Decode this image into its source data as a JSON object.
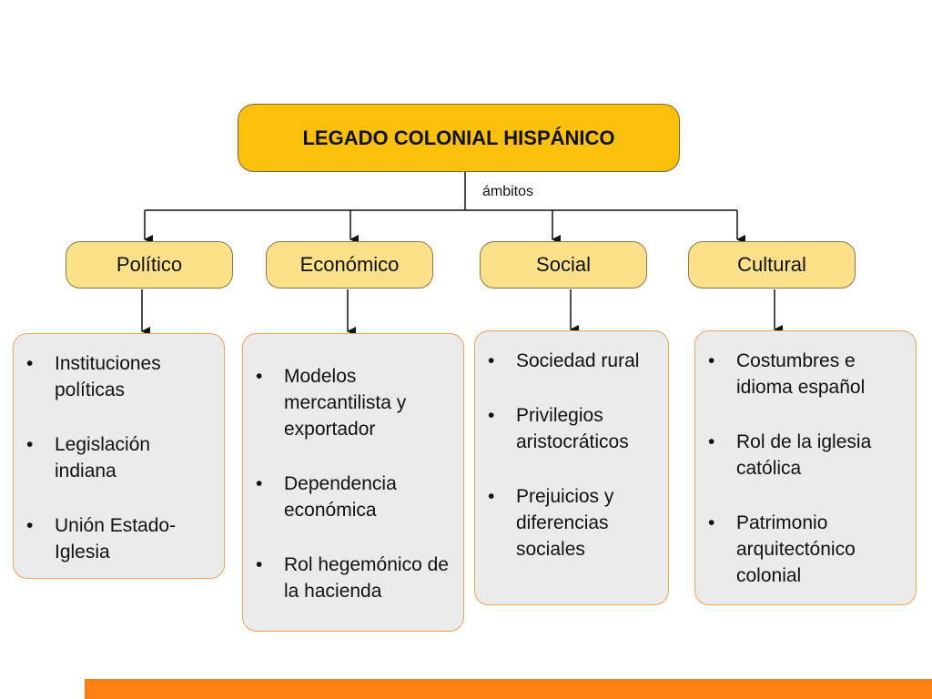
{
  "root": {
    "label": "LEGADO COLONIAL HISPÁNICO"
  },
  "edge_label": "ámbitos",
  "categories": [
    {
      "label": "Político",
      "items": [
        "Instituciones políticas",
        "Legislación indiana",
        "Unión Estado-Iglesia"
      ]
    },
    {
      "label": "Económico",
      "items": [
        "Modelos mercantilista y exportador",
        "Dependencia económica",
        "Rol hegemónico de la hacienda"
      ]
    },
    {
      "label": "Social",
      "items": [
        "Sociedad rural",
        "Privilegios aristocráticos",
        "Prejuicios y diferencias sociales"
      ]
    },
    {
      "label": "Cultural",
      "items": [
        "Costumbres e idioma español",
        "Rol de la iglesia católica",
        "Patrimonio arquitectónico colonial"
      ]
    }
  ],
  "colors": {
    "root_fill": "#fbbf0e",
    "category_fill": "#fce08a",
    "detail_fill": "#ebebeb",
    "detail_border": "#f0a25a",
    "accent_bar": "#ff7f14"
  }
}
